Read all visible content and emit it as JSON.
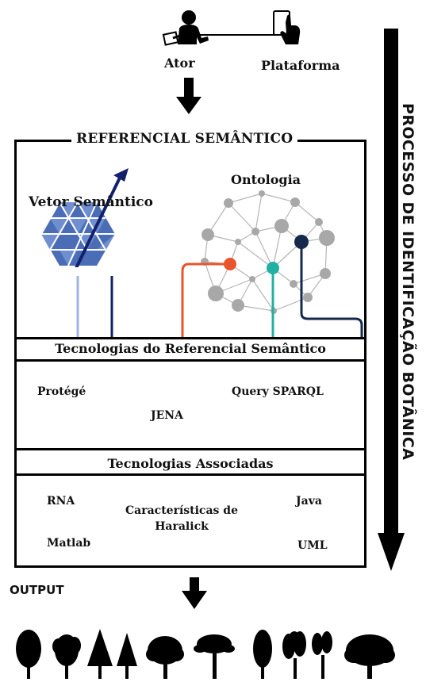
{
  "actors": {
    "ator_label": "Ator",
    "plataforma_label": "Plataforma"
  },
  "referencial": {
    "title": "REFERENCIAL SEMÂNTICO",
    "vetor_label": "Vetor Semântico",
    "ontologia_label": "Ontologia"
  },
  "tecnologias_referencial": {
    "title": "Tecnologias do Referencial Semântico",
    "items": [
      "Protégé",
      "Query SPARQL",
      "JENA"
    ]
  },
  "tecnologias_associadas": {
    "title": "Tecnologias Associadas",
    "items": [
      "RNA",
      "Java",
      "Características de Haralick",
      "Matlab",
      "UML"
    ]
  },
  "output_label": "OUTPUT",
  "process_label": "PROCESSO DE IDENTIFICAÇÃO BOTÂNICA",
  "colors": {
    "vector_light": "#6f8fd0",
    "vector_mid": "#4a6db5",
    "vector_dark": "#13206b",
    "ontology_node": "#a8a8a8",
    "ontology_orange": "#e8552d",
    "ontology_teal": "#22b0a5",
    "ontology_navy": "#15294d"
  }
}
